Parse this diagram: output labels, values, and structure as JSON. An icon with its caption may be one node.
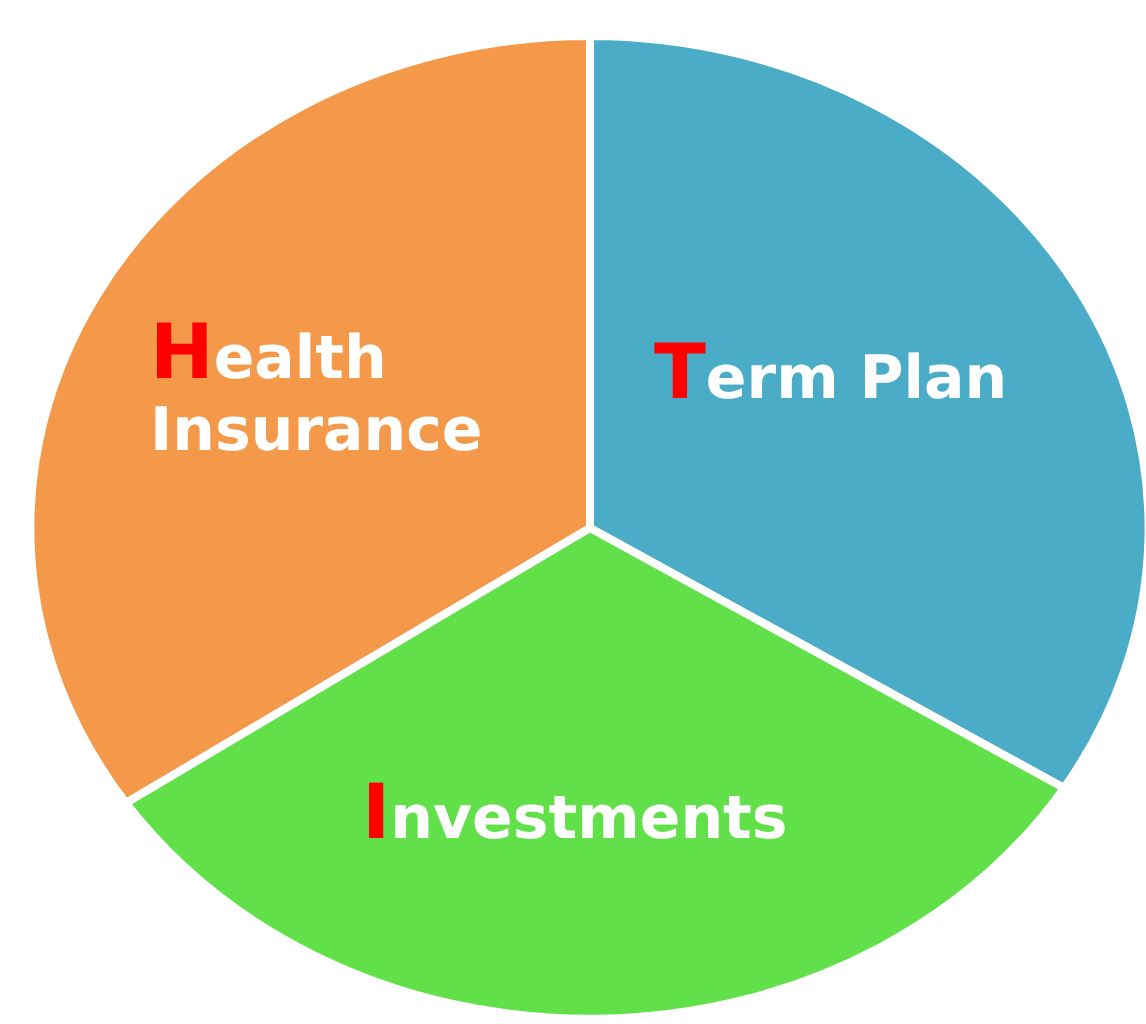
{
  "diagram": {
    "nodes": [
      {
        "text": [
          "Health Insurance"
        ]
      },
      {
        "text": [
          "Term Plan"
        ]
      },
      {
        "text": [
          "Investments"
        ]
      }
    ]
  }
}
